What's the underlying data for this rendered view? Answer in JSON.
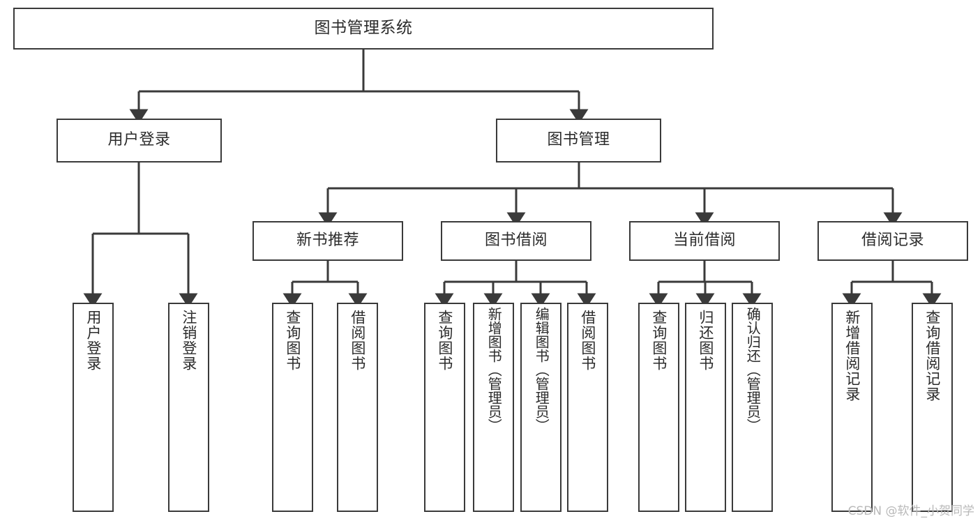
{
  "diagram": {
    "title": "图书管理系统",
    "type": "tree",
    "stroke_color": "#3a3a3a",
    "text_color": "#2b2b2b",
    "background_color": "#ffffff",
    "watermark": "CSDN @软件_小贺同学",
    "levels": {
      "root": "图书管理系统",
      "level2": [
        "用户登录",
        "图书管理"
      ],
      "level3": [
        "新书推荐",
        "图书借阅",
        "当前借阅",
        "借阅记录"
      ]
    },
    "nodes": {
      "root": {
        "label": "图书管理系统"
      },
      "user_login": {
        "label": "用户登录"
      },
      "book_manage": {
        "label": "图书管理"
      },
      "new_book_rec": {
        "label": "新书推荐"
      },
      "book_borrow": {
        "label": "图书借阅"
      },
      "current_borrow": {
        "label": "当前借阅"
      },
      "borrow_record": {
        "label": "借阅记录"
      },
      "leaf_user_login": {
        "label": "用户登录"
      },
      "leaf_logout": {
        "label": "注销登录"
      },
      "leaf_query_book_1": {
        "label": "查询图书"
      },
      "leaf_borrow_book_1": {
        "label": "借阅图书"
      },
      "leaf_query_book_2": {
        "label": "查询图书"
      },
      "leaf_add_book": {
        "label": "新增图书（管理员）"
      },
      "leaf_edit_book": {
        "label": "编辑图书（管理员）"
      },
      "leaf_borrow_book_2": {
        "label": "借阅图书"
      },
      "leaf_query_book_3": {
        "label": "查询图书"
      },
      "leaf_return_book": {
        "label": "归还图书"
      },
      "leaf_confirm_return": {
        "label": "确认归还（管理员）"
      },
      "leaf_add_record": {
        "label": "新增借阅记录"
      },
      "leaf_query_record": {
        "label": "查询借阅记录"
      }
    },
    "tree": [
      {
        "label": "图书管理系统",
        "children": [
          {
            "label": "用户登录",
            "children": [
              {
                "label": "用户登录"
              },
              {
                "label": "注销登录"
              }
            ]
          },
          {
            "label": "图书管理",
            "children": [
              {
                "label": "新书推荐",
                "children": [
                  {
                    "label": "查询图书"
                  },
                  {
                    "label": "借阅图书"
                  }
                ]
              },
              {
                "label": "图书借阅",
                "children": [
                  {
                    "label": "查询图书"
                  },
                  {
                    "label": "新增图书（管理员）"
                  },
                  {
                    "label": "编辑图书（管理员）"
                  },
                  {
                    "label": "借阅图书"
                  }
                ]
              },
              {
                "label": "当前借阅",
                "children": [
                  {
                    "label": "查询图书"
                  },
                  {
                    "label": "归还图书"
                  },
                  {
                    "label": "确认归还（管理员）"
                  }
                ]
              },
              {
                "label": "借阅记录",
                "children": [
                  {
                    "label": "新增借阅记录"
                  },
                  {
                    "label": "查询借阅记录"
                  }
                ]
              }
            ]
          }
        ]
      }
    ]
  }
}
